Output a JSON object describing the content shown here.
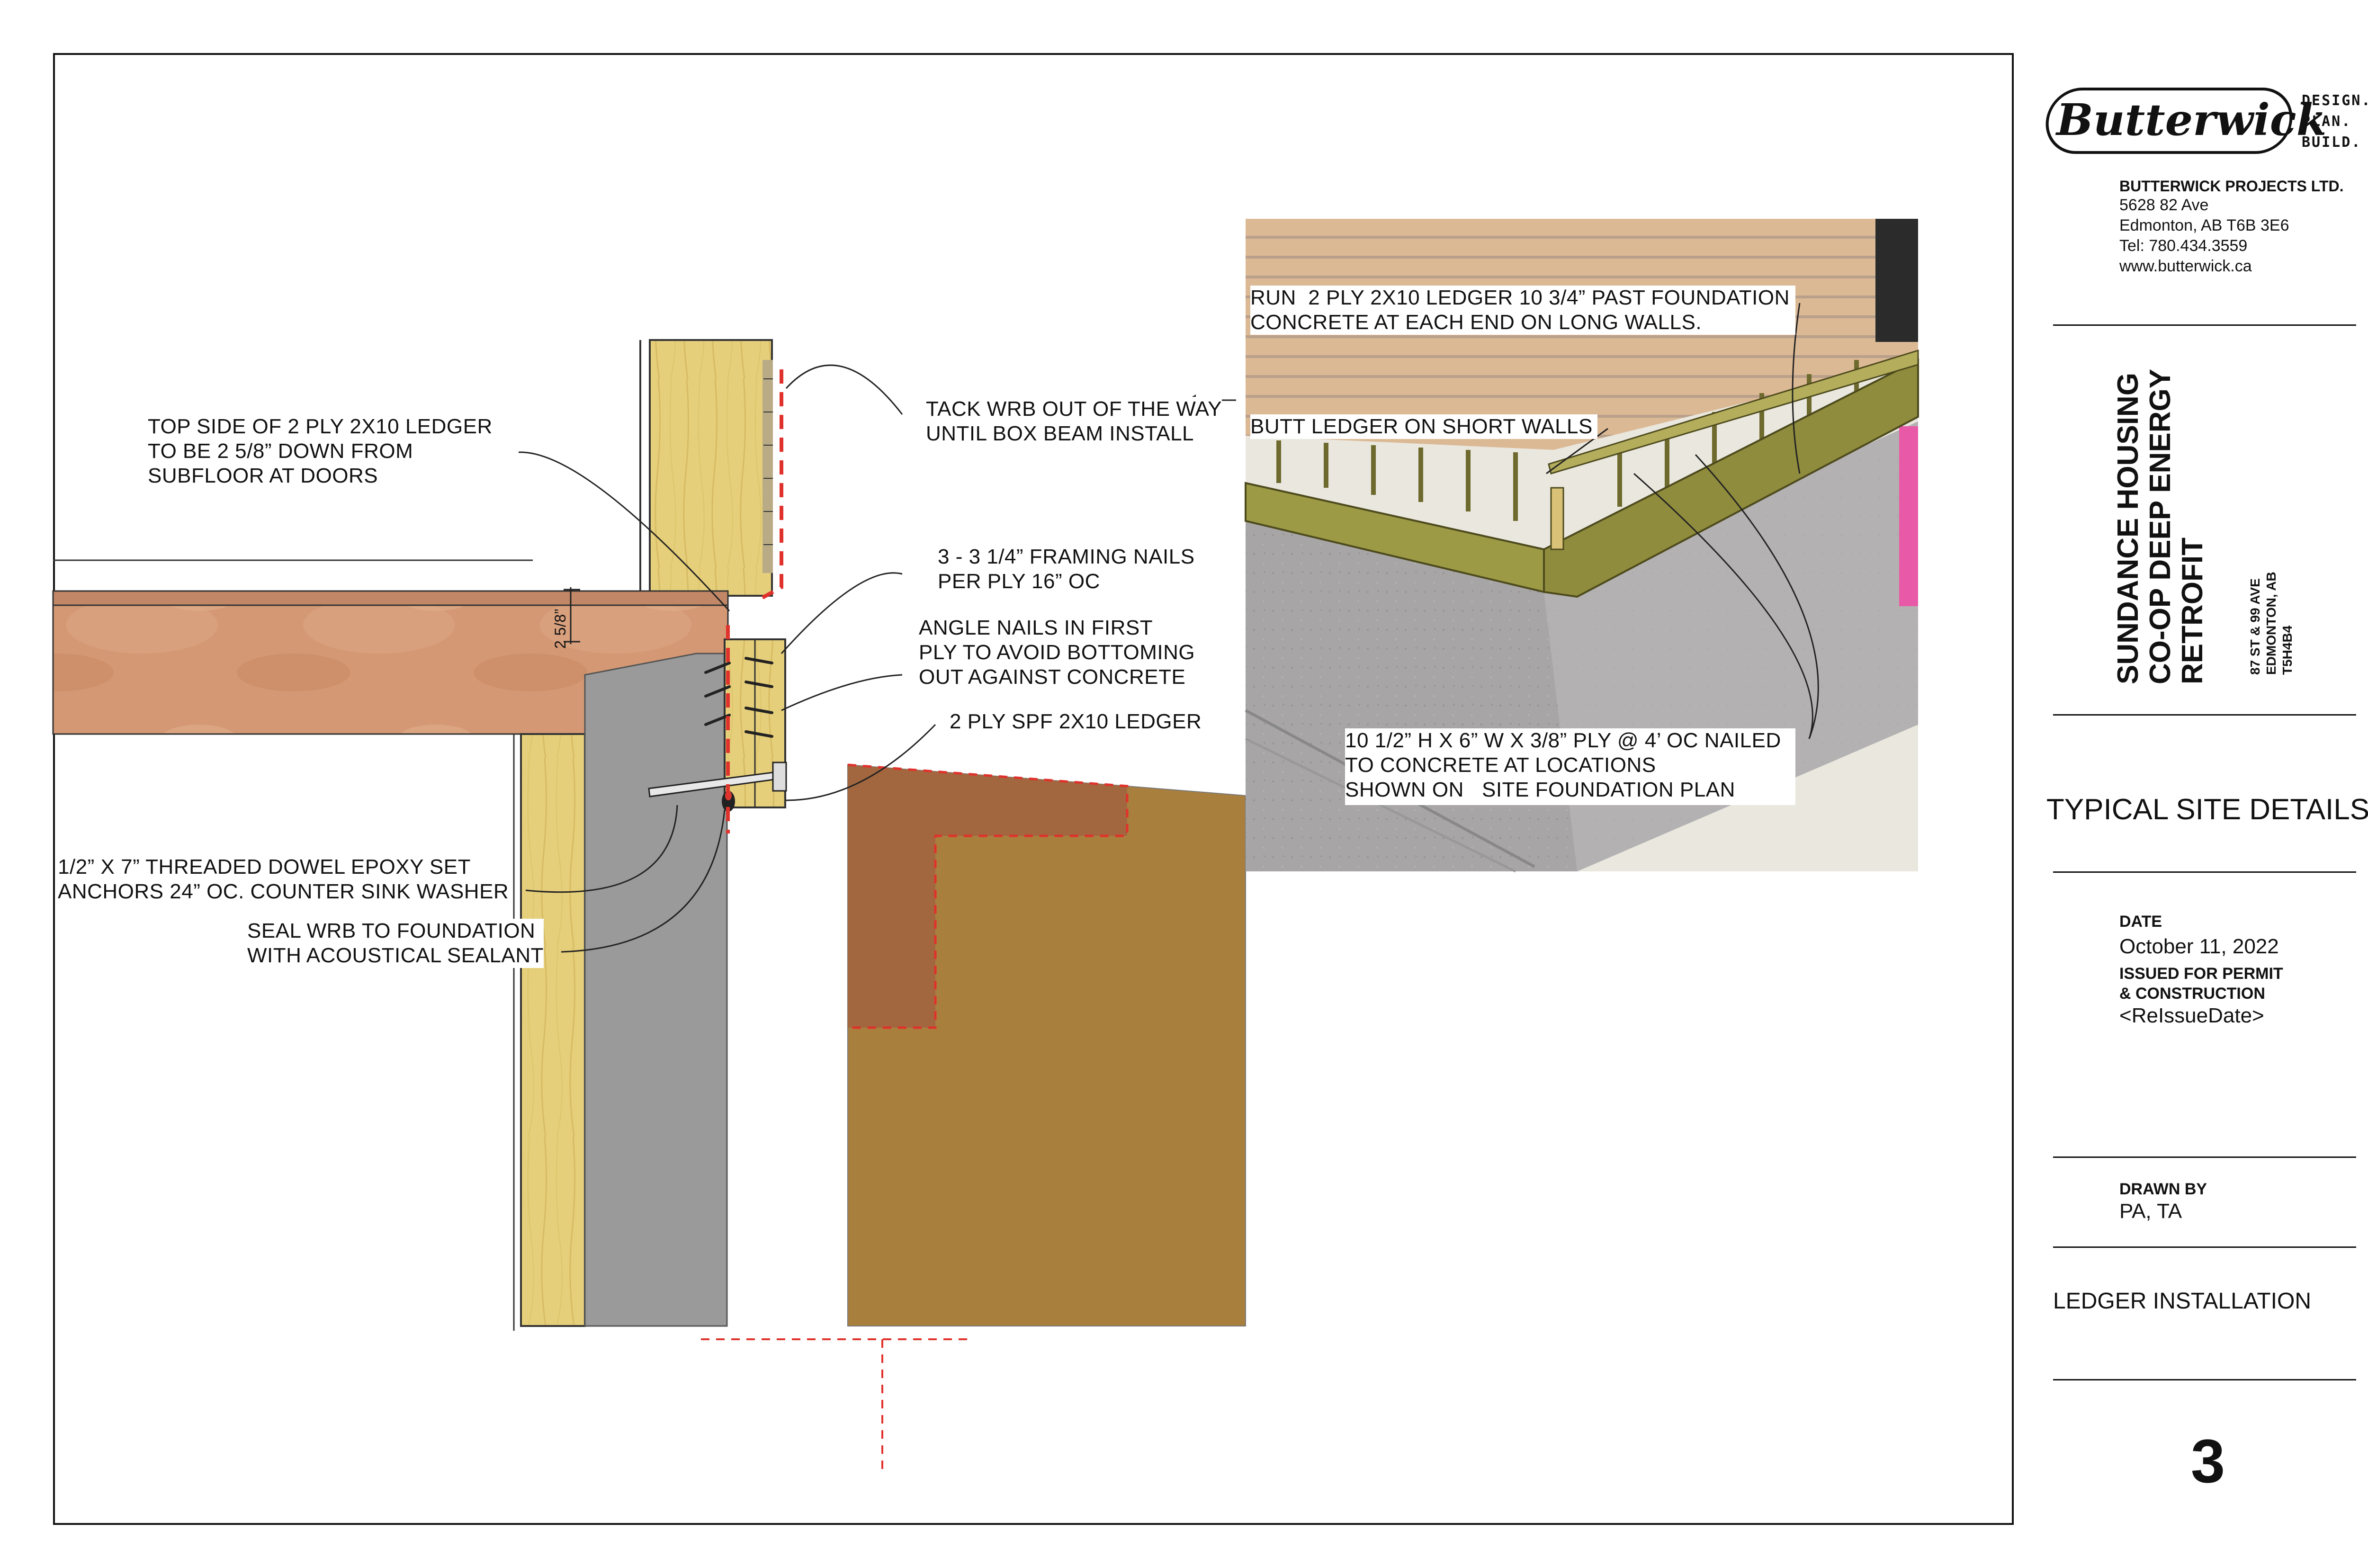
{
  "firm": {
    "logo_word": "Butterwick",
    "tagline": [
      "DESIGN.",
      "PLAN.",
      "BUILD."
    ],
    "name": "BUTTERWICK PROJECTS LTD.",
    "address_line1": "5628 82 Ave",
    "address_line2": "Edmonton, AB T6B 3E6",
    "tel": "Tel: 780.434.3559",
    "web": "www.butterwick.ca"
  },
  "project": {
    "title_lines": [
      "SUNDANCE HOUSING",
      "CO-OP DEEP ENERGY",
      "RETROFIT"
    ],
    "address_lines": [
      "87 ST & 99 AVE",
      "EDMONTON, AB",
      "T5H4B4"
    ]
  },
  "sheet": {
    "set_title": "TYPICAL SITE DETAILS",
    "date_label": "DATE",
    "date_value": "October 11, 2022",
    "issued_label_1": "ISSUED FOR PERMIT",
    "issued_label_2": "& CONSTRUCTION",
    "reissue_value": "<ReIssueDate>",
    "drawn_by_label": "DRAWN BY",
    "drawn_by_value": "PA, TA",
    "detail_title": "LEDGER INSTALLATION",
    "sheet_number": "3"
  },
  "callouts": {
    "top_side_ledger": "TOP SIDE OF 2 PLY 2X10 LEDGER\nTO BE 2 5/8” DOWN FROM\nSUBFLOOR AT DOORS",
    "tack_wrb": "TACK WRB OUT OF THE WAY\nUNTIL BOX BEAM INSTALL",
    "framing_nails": "3 - 3 1/4” FRAMING NAILS\nPER PLY 16” OC",
    "angle_nails": "ANGLE NAILS IN FIRST\nPLY TO AVOID BOTTOMING\nOUT AGAINST CONCRETE",
    "ledger_spec": "2 PLY SPF 2X10 LEDGER",
    "dowel_anchors": "1/2” X 7” THREADED DOWEL EPOXY SET\nANCHORS 24” OC. COUNTER SINK WASHER",
    "seal_wrb": "SEAL WRB TO FOUNDATION\nWITH ACOUSTICAL SEALANT",
    "run_ledger": "RUN  2 PLY 2X10 LEDGER 10 3/4” PAST FOUNDATION\nCONCRETE AT EACH END ON LONG WALLS.",
    "butt_ledger": "BUTT LEDGER ON SHORT WALLS",
    "ply_blocks": "10 1/2” H X 6” W X 3/8” PLY @ 4’ OC NAILED\nTO CONCRETE AT LOCATIONS\nSHOWN ON   SITE FOUNDATION PLAN",
    "dimension_2_5_8": "2 5/8”"
  },
  "colors": {
    "lumber": "#e6cf7a",
    "subfloor": "#d49874",
    "concrete": "#9a9a9a",
    "soil": "#a97f3e",
    "soil_dark": "#a2673f",
    "wrb_dashed": "#e0322c",
    "ledger_3d": "#9c9a45",
    "foundation_3d": "#a9a6a6",
    "siding_3d": "#d8b48f"
  }
}
